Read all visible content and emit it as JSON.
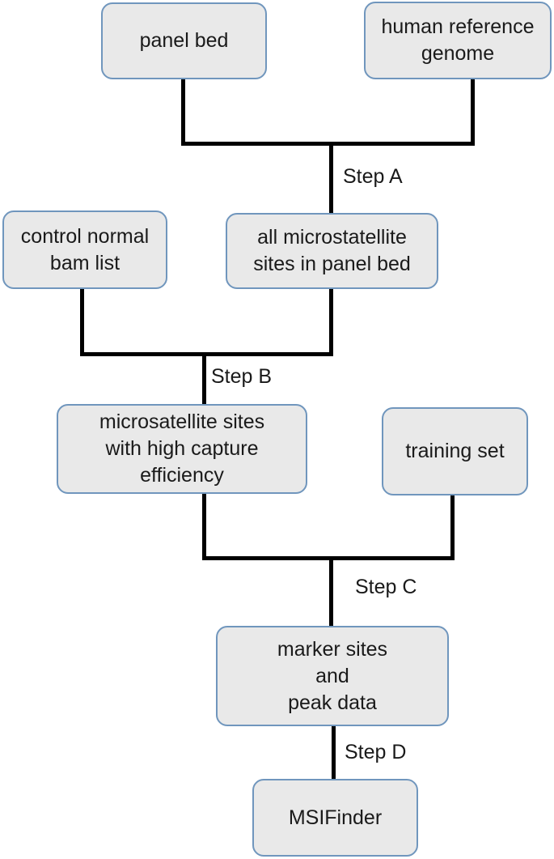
{
  "diagram_type": "flowchart-pipeline",
  "colors": {
    "node_fill": "#e9e9e9",
    "node_border": "#7096bd",
    "connector": "#000000",
    "text": "#1a1a1a",
    "background": "#ffffff"
  },
  "nodes": {
    "panel_bed": {
      "label": "panel bed"
    },
    "human_reference_genome": {
      "label": "human reference\ngenome"
    },
    "control_normal_bam_list": {
      "label": "control normal\nbam list"
    },
    "all_microsatellite_sites": {
      "label": "all microstatellite\nsites in panel bed"
    },
    "high_capture_sites": {
      "label": "microsatellite sites\nwith high capture\nefficiency"
    },
    "training_set": {
      "label": "training set"
    },
    "marker_sites_peak_data": {
      "label": "marker sites\nand\npeak data"
    },
    "msifinder": {
      "label": "MSIFinder"
    }
  },
  "steps": [
    {
      "label": "Step A",
      "inputs": [
        "panel bed",
        "human reference genome"
      ],
      "output": "all microstatellite sites in panel bed"
    },
    {
      "label": "Step B",
      "inputs": [
        "control normal bam list",
        "all microstatellite sites in panel bed"
      ],
      "output": "microsatellite sites with high capture efficiency"
    },
    {
      "label": "Step C",
      "inputs": [
        "microsatellite sites with high capture efficiency",
        "training set"
      ],
      "output": "marker sites and peak data"
    },
    {
      "label": "Step D",
      "inputs": [
        "marker sites and peak data"
      ],
      "output": "MSIFinder"
    }
  ]
}
